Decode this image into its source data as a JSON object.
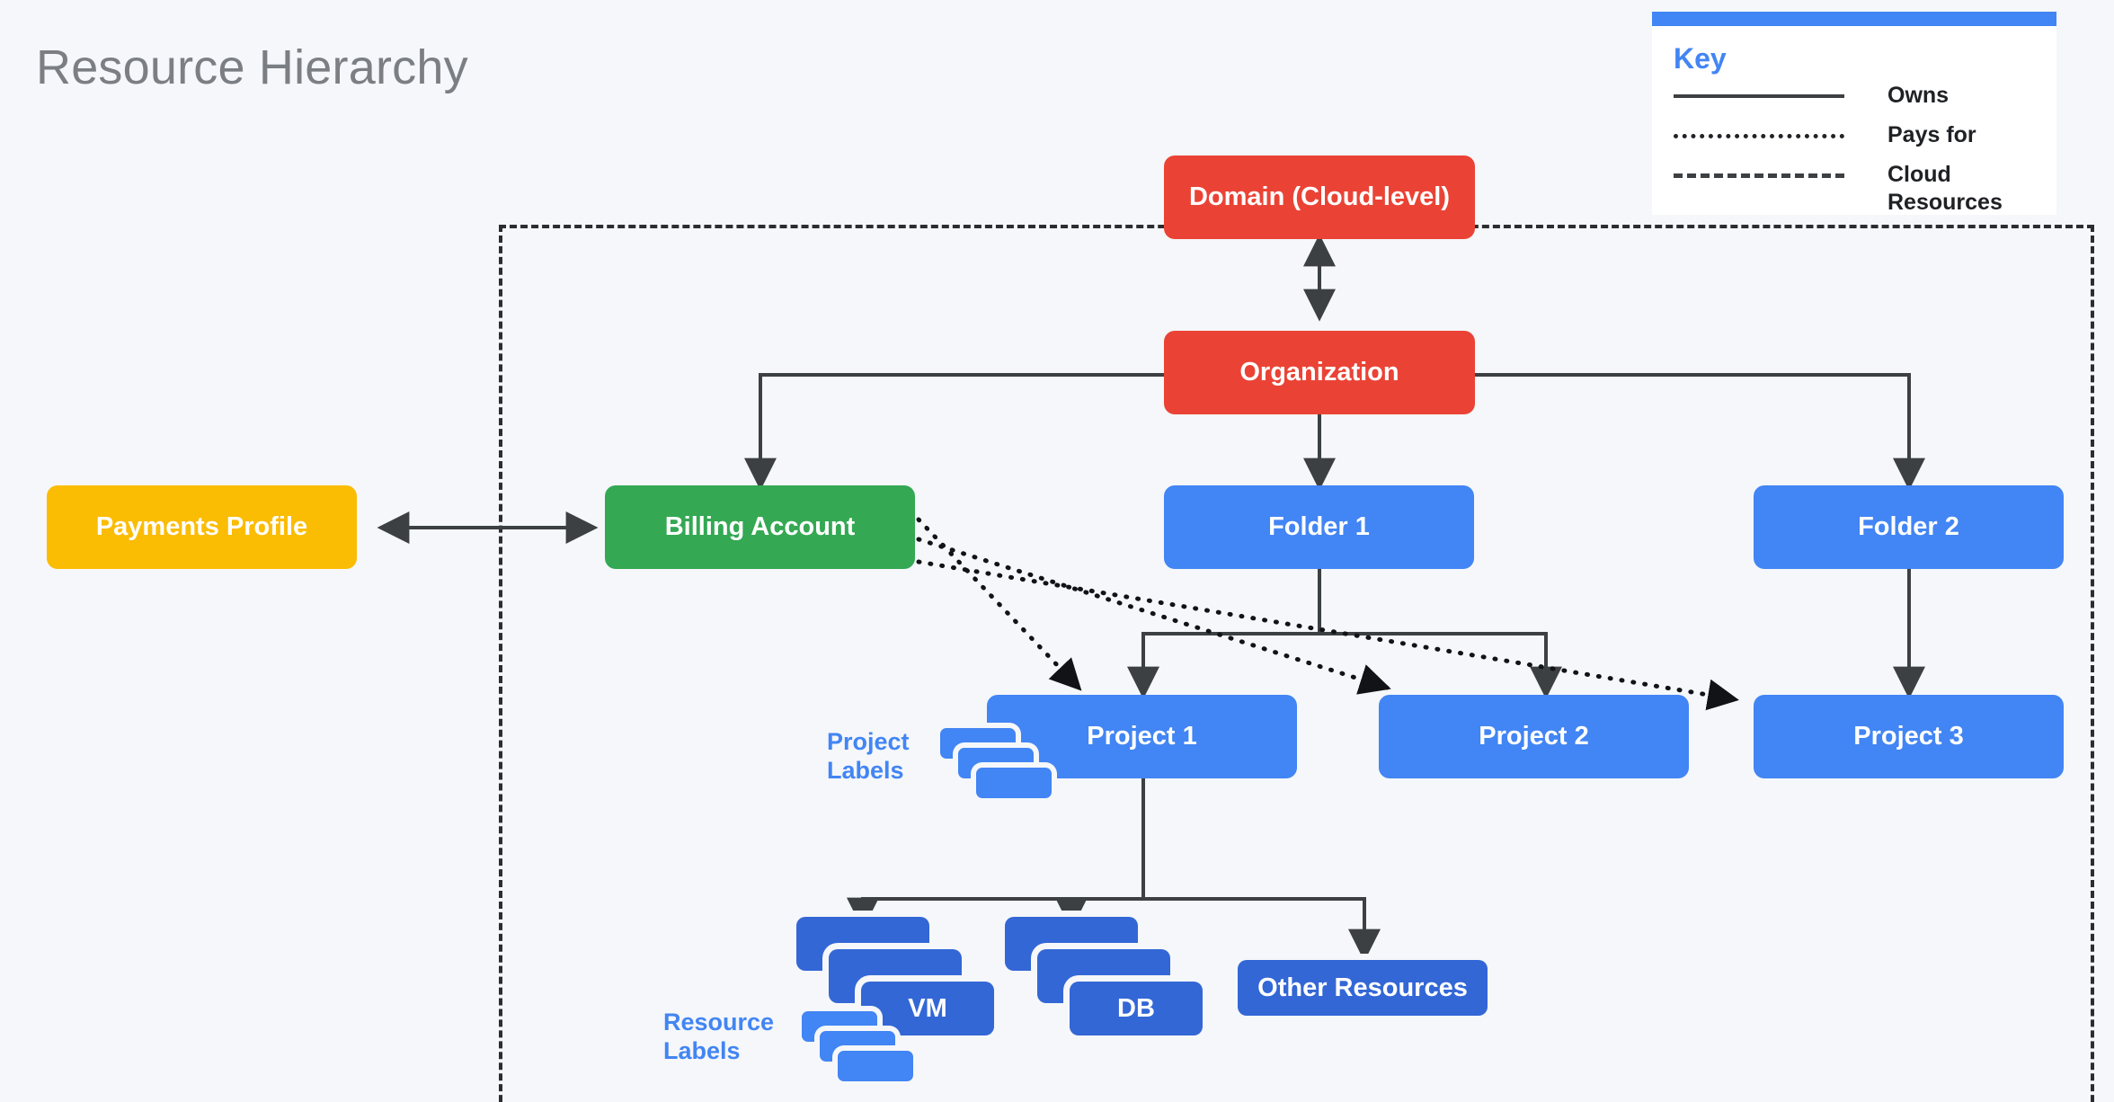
{
  "page": {
    "title": "Resource Hierarchy",
    "background_color": "#f5f7fa"
  },
  "key": {
    "heading": "Key",
    "entries": [
      {
        "style": "solid",
        "label": "Owns"
      },
      {
        "style": "dotted",
        "label": "Pays for"
      },
      {
        "style": "dashed",
        "label": "Cloud Resources"
      }
    ]
  },
  "nodes": {
    "domain": {
      "label": "Domain (Cloud-level)",
      "color": "#ea4335"
    },
    "organization": {
      "label": "Organization",
      "color": "#ea4335"
    },
    "payments": {
      "label": "Payments Profile",
      "color": "#fbbc04"
    },
    "billing": {
      "label": "Billing Account",
      "color": "#34a853"
    },
    "folder1": {
      "label": "Folder 1",
      "color": "#4285f4"
    },
    "folder2": {
      "label": "Folder 2",
      "color": "#4285f4"
    },
    "project1": {
      "label": "Project 1",
      "color": "#4285f4"
    },
    "project2": {
      "label": "Project 2",
      "color": "#4285f4"
    },
    "project3": {
      "label": "Project 3",
      "color": "#4285f4"
    },
    "vm": {
      "label": "VM",
      "color": "#3367d6"
    },
    "db": {
      "label": "DB",
      "color": "#3367d6"
    },
    "other": {
      "label": "Other Resources",
      "color": "#3367d6"
    }
  },
  "annotations": {
    "project_labels": "Project\nLabels",
    "project_labels_line1": "Project",
    "project_labels_line2": "Labels",
    "resource_labels_line1": "Resource",
    "resource_labels_line2": "Labels"
  },
  "colors": {
    "red": "#ea4335",
    "green": "#34a853",
    "yellow": "#fbbc04",
    "blue": "#4285f4",
    "dark_blue": "#3367d6",
    "line": "#3c4043",
    "title_gray": "#7b7f83"
  }
}
